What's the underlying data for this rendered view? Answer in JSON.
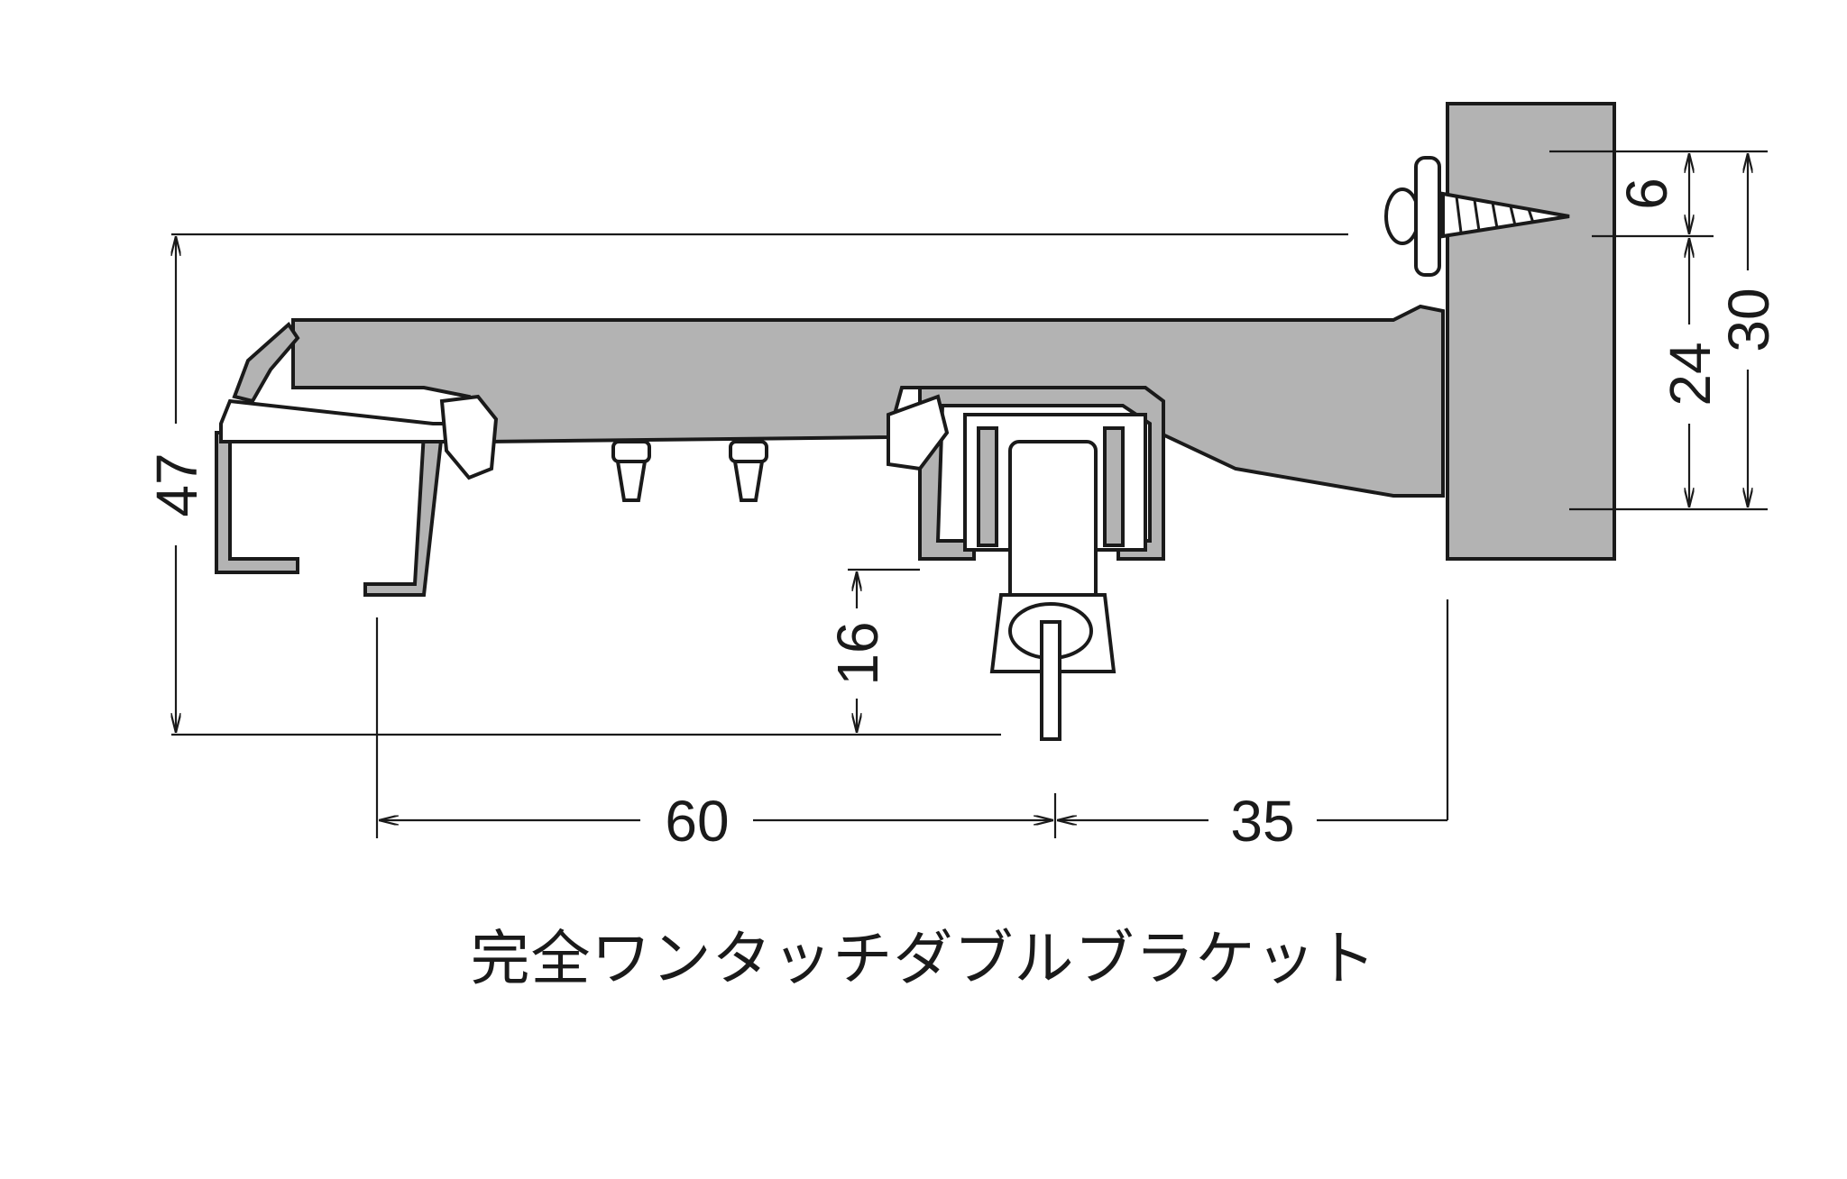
{
  "caption": "完全ワンタッチダブルブラケット",
  "dimensions": {
    "height_total": "47",
    "rail_width": "60",
    "bracket_offset": "35",
    "runner_drop": "16",
    "screw_offset": "6",
    "mount_hole_span": "24",
    "mount_height": "30"
  },
  "colors": {
    "part_fill": "#b3b3b3",
    "line": "#1a1a1a",
    "background": "#ffffff"
  }
}
